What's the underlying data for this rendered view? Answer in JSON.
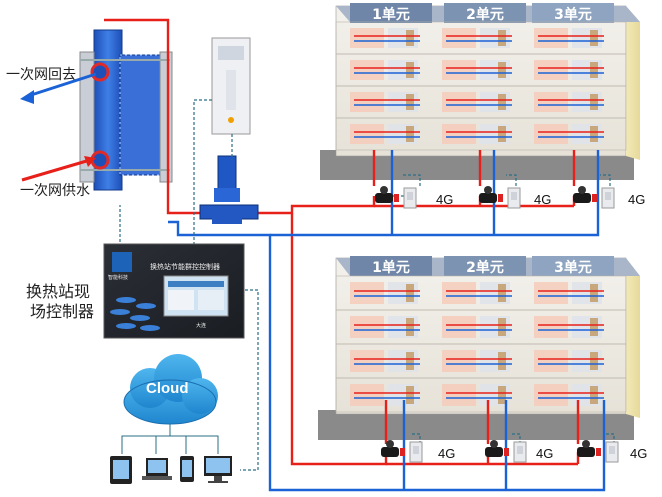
{
  "labels": {
    "return_line": "一次网回去",
    "supply_line": "一次网供水",
    "controller_l1": "换热站现",
    "controller_l2": "场控制器",
    "cloud": "Cloud",
    "signal": "4G"
  },
  "controller": {
    "title": "换热站节能群控控制器",
    "brand": "智能科技",
    "footer": "大连"
  },
  "buildings": [
    {
      "units": [
        "1单元",
        "2单元",
        "3单元"
      ]
    },
    {
      "units": [
        "1单元",
        "2单元",
        "3单元"
      ]
    }
  ],
  "colors": {
    "supply": "#e8201a",
    "return": "#1a62d6",
    "control": "#2a6f86",
    "unit_header": "#6f86a8"
  },
  "icons": [
    "heat-exchanger-icon",
    "pump-icon",
    "inverter-icon",
    "valve-icon",
    "meter-icon",
    "cloud-icon",
    "tablet-icon",
    "laptop-icon",
    "phone-icon",
    "monitor-icon"
  ]
}
